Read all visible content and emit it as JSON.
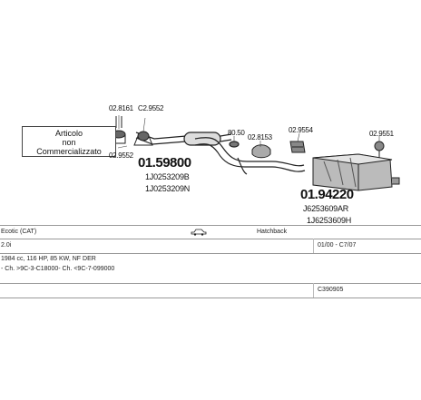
{
  "notice": {
    "line1": "Articolo",
    "line2": "non",
    "line3": "Commercializzato"
  },
  "parts": {
    "clamp_a": "02.8161",
    "clamp_b": "C2.9552",
    "clamp_c": "02.9552",
    "front_main": "01.59800",
    "front_oem1": "1J0253209B",
    "front_oem2": "1J0253209N",
    "ring": "80.50",
    "hanger_mid": "02.8153",
    "hanger_r1": "02.9554",
    "hanger_r2": "02.9551",
    "rear_main": "01.94220",
    "rear_oem1": "J6253609AR",
    "rear_oem2": "1J6253609H"
  },
  "table": {
    "model": "Ecotic (CAT)",
    "body": "Hatchback",
    "engine": "2.0i",
    "years": "01/00 - C7/07",
    "spec": "1984 cc, 116 HP, 85 KW, NF DER",
    "chassis": "- Ch. >9C-3-C18000- Ch. <9C-7-099000",
    "ref": "C390905"
  },
  "icons": {
    "body_icon": "car-hatchback-icon"
  }
}
